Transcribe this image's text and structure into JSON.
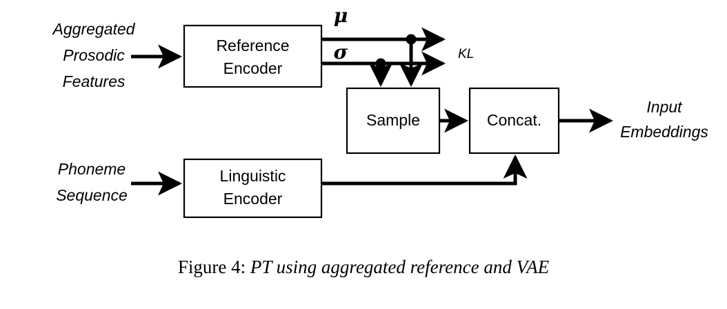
{
  "figure": {
    "caption_prefix": "Figure 4:",
    "caption_text": "PT using aggregated reference and VAE",
    "background_color": "#ffffff",
    "line_color": "#000000"
  },
  "diagram": {
    "boxes": [
      {
        "id": "reference-encoder",
        "line1": "Reference",
        "line2": "Encoder"
      },
      {
        "id": "sample",
        "line1": "Sample",
        "line2": ""
      },
      {
        "id": "concat",
        "line1": "Concat.",
        "line2": ""
      },
      {
        "id": "linguistic-encoder",
        "line1": "Linguistic",
        "line2": "Encoder"
      }
    ],
    "inputs": [
      {
        "id": "aggregated-prosodic-features",
        "line1": "Aggregated",
        "line2": "Prosodic",
        "line3": "Features"
      },
      {
        "id": "phoneme-sequence",
        "line1": "Phoneme",
        "line2": "Sequence",
        "line3": ""
      }
    ],
    "outputs": [
      {
        "id": "input-embeddings",
        "line1": "Input",
        "line2": "Embeddings"
      }
    ],
    "signals": {
      "mu": "μ",
      "sigma": "σ",
      "kl": "KL"
    }
  }
}
